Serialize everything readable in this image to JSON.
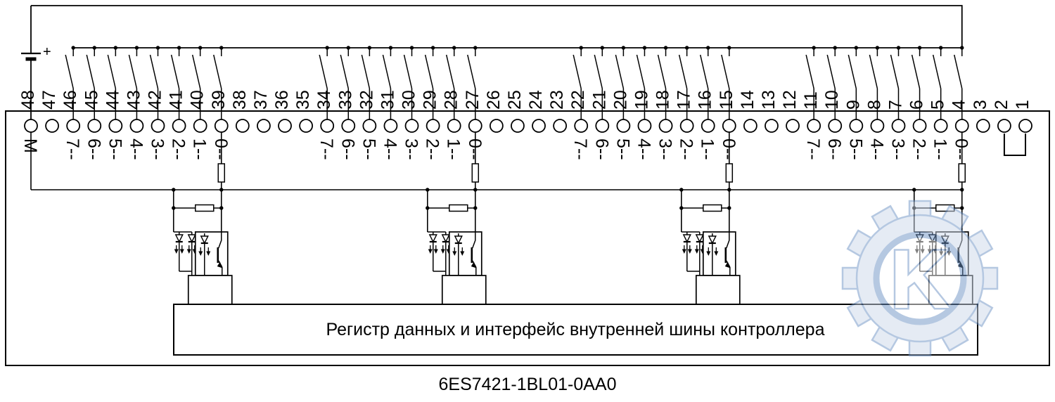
{
  "caption": "6ES7421-1BL01-0AA0",
  "module": {
    "register_label": "Регистр данных и интерфейс внутренней шины контроллера",
    "common_terminal_label": "M"
  },
  "battery": {
    "plus_label": "+"
  },
  "watermark": {
    "letter": "K"
  },
  "jumper_terminals": [
    "2",
    "1"
  ],
  "colors": {
    "line": "#000000",
    "background": "#ffffff",
    "watermark_stroke": "#6d92c4",
    "watermark_fill": "#cdd9eb"
  },
  "terminals": [
    {
      "num": "48",
      "label": "M",
      "switch": false,
      "input": false
    },
    {
      "num": "47",
      "label": "",
      "switch": false,
      "input": false
    },
    {
      "num": "46",
      "label": "7--",
      "switch": true,
      "input": false
    },
    {
      "num": "45",
      "label": "6--",
      "switch": true,
      "input": false
    },
    {
      "num": "44",
      "label": "5--",
      "switch": true,
      "input": false
    },
    {
      "num": "43",
      "label": "4--",
      "switch": true,
      "input": false
    },
    {
      "num": "42",
      "label": "3--",
      "switch": true,
      "input": false
    },
    {
      "num": "41",
      "label": "2--",
      "switch": true,
      "input": false
    },
    {
      "num": "40",
      "label": "1--",
      "switch": true,
      "input": false
    },
    {
      "num": "39",
      "label": "0--",
      "switch": true,
      "input": true
    },
    {
      "num": "38",
      "label": "",
      "switch": false,
      "input": false
    },
    {
      "num": "37",
      "label": "",
      "switch": false,
      "input": false
    },
    {
      "num": "36",
      "label": "",
      "switch": false,
      "input": false
    },
    {
      "num": "35",
      "label": "",
      "switch": false,
      "input": false
    },
    {
      "num": "34",
      "label": "7--",
      "switch": true,
      "input": false
    },
    {
      "num": "33",
      "label": "6--",
      "switch": true,
      "input": false
    },
    {
      "num": "32",
      "label": "5--",
      "switch": true,
      "input": false
    },
    {
      "num": "31",
      "label": "4--",
      "switch": true,
      "input": false
    },
    {
      "num": "30",
      "label": "3--",
      "switch": true,
      "input": false
    },
    {
      "num": "29",
      "label": "2--",
      "switch": true,
      "input": false
    },
    {
      "num": "28",
      "label": "1--",
      "switch": true,
      "input": false
    },
    {
      "num": "27",
      "label": "0--",
      "switch": true,
      "input": true
    },
    {
      "num": "26",
      "label": "",
      "switch": false,
      "input": false
    },
    {
      "num": "25",
      "label": "",
      "switch": false,
      "input": false
    },
    {
      "num": "24",
      "label": "",
      "switch": false,
      "input": false
    },
    {
      "num": "23",
      "label": "",
      "switch": false,
      "input": false
    },
    {
      "num": "22",
      "label": "7--",
      "switch": true,
      "input": false
    },
    {
      "num": "21",
      "label": "6--",
      "switch": true,
      "input": false
    },
    {
      "num": "20",
      "label": "5--",
      "switch": true,
      "input": false
    },
    {
      "num": "19",
      "label": "4--",
      "switch": true,
      "input": false
    },
    {
      "num": "18",
      "label": "3--",
      "switch": true,
      "input": false
    },
    {
      "num": "17",
      "label": "2--",
      "switch": true,
      "input": false
    },
    {
      "num": "16",
      "label": "1--",
      "switch": true,
      "input": false
    },
    {
      "num": "15",
      "label": "0--",
      "switch": true,
      "input": true
    },
    {
      "num": "14",
      "label": "",
      "switch": false,
      "input": false
    },
    {
      "num": "13",
      "label": "",
      "switch": false,
      "input": false
    },
    {
      "num": "12",
      "label": "",
      "switch": false,
      "input": false
    },
    {
      "num": "11",
      "label": "7--",
      "switch": true,
      "input": false
    },
    {
      "num": "10",
      "label": "6--",
      "switch": true,
      "input": false
    },
    {
      "num": "9",
      "label": "5--",
      "switch": true,
      "input": false
    },
    {
      "num": "8",
      "label": "4--",
      "switch": true,
      "input": false
    },
    {
      "num": "7",
      "label": "3--",
      "switch": true,
      "input": false
    },
    {
      "num": "6",
      "label": "2--",
      "switch": true,
      "input": false
    },
    {
      "num": "5",
      "label": "1--",
      "switch": true,
      "input": false
    },
    {
      "num": "4",
      "label": "0--",
      "switch": true,
      "input": true
    },
    {
      "num": "3",
      "label": "",
      "switch": false,
      "input": false
    },
    {
      "num": "2",
      "label": "",
      "switch": false,
      "input": false
    },
    {
      "num": "1",
      "label": "",
      "switch": false,
      "input": false
    }
  ]
}
